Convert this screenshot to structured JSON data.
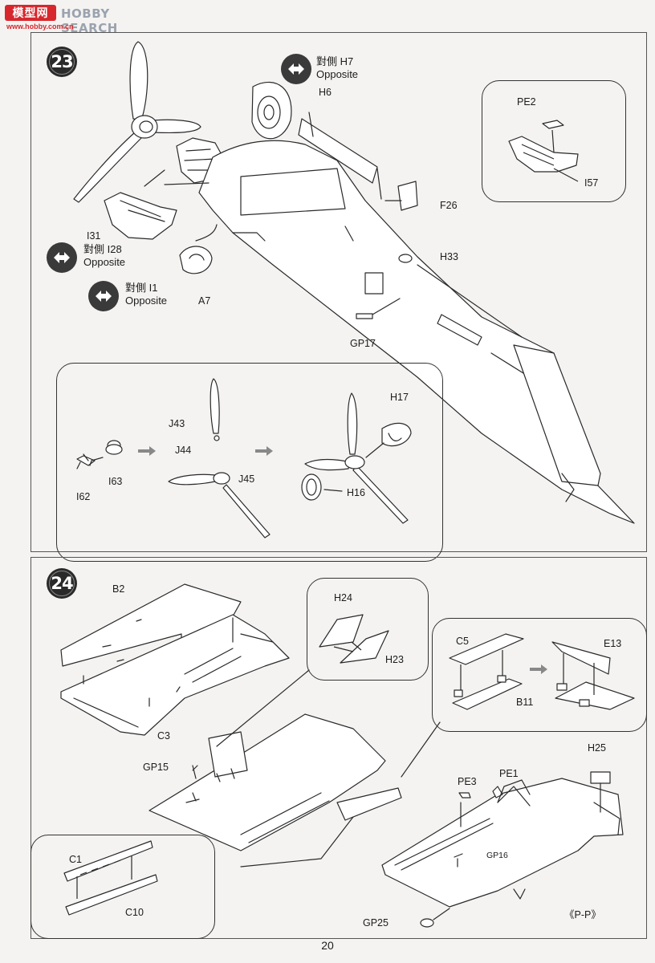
{
  "watermark": {
    "logo_text": "模型网",
    "brand": "HOBBY SEARCH",
    "url": "www.hobby.com.cn"
  },
  "step23": {
    "number": "23",
    "opposite_notes": [
      {
        "cn": "對側 H7",
        "en": "Opposite"
      },
      {
        "cn": "對側 I28",
        "en": "Opposite"
      },
      {
        "cn": "對側 I1",
        "en": "Opposite"
      }
    ],
    "labels": [
      "H6",
      "F26",
      "H33",
      "GP17",
      "A7",
      "I31"
    ],
    "inset_pe": {
      "labels": [
        "PE2",
        "I57"
      ]
    },
    "inset_prop": {
      "labels": [
        "J43",
        "J44",
        "J45",
        "I63",
        "I62",
        "H17",
        "H16"
      ]
    }
  },
  "step24": {
    "number": "24",
    "labels": [
      "B2",
      "C3",
      "GP15",
      "H25",
      "PE3",
      "PE1",
      "GP16",
      "GP25"
    ],
    "inset_h": {
      "labels": [
        "H24",
        "H23"
      ]
    },
    "inset_c": {
      "labels": [
        "C5",
        "B11",
        "E13"
      ]
    },
    "inset_c1": {
      "labels": [
        "C1",
        "C10"
      ]
    },
    "view_tag": "《P-P》"
  },
  "page_number": "20"
}
